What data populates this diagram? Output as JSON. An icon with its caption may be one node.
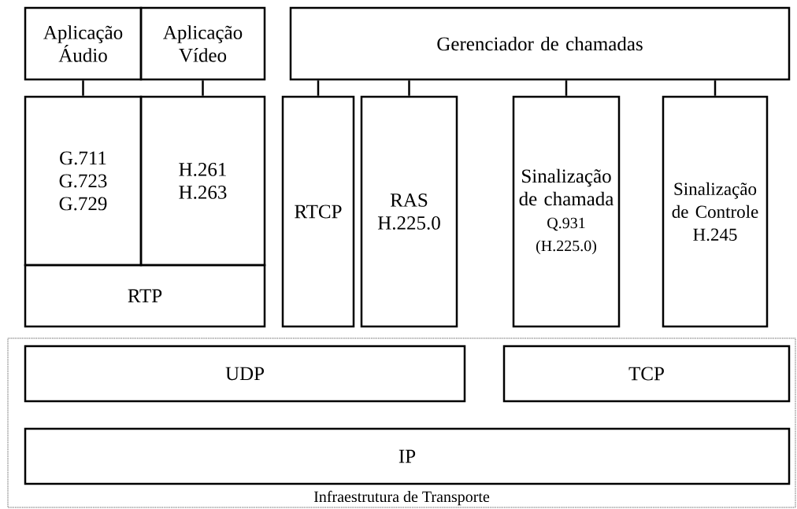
{
  "diagram": {
    "nodes": [
      {
        "text": [
          "Aplicação Áudio"
        ]
      },
      {
        "text": [
          "Aplicação Vídeo"
        ]
      },
      {
        "text": [
          "Gerenciador de chamadas"
        ]
      },
      {
        "text": [
          "G.711 G.723 G.729"
        ]
      },
      {
        "text": [
          "H.261 H.263"
        ]
      },
      {
        "text": [
          "RTP"
        ]
      },
      {
        "text": [
          "RTCP"
        ]
      },
      {
        "text": [
          "RAS H.225.0"
        ]
      },
      {
        "text": [
          "Sinalização de chamada",
          "Q.931 (H.225.0)"
        ]
      },
      {
        "text": [
          "Sinalização de Controle",
          "H.245"
        ]
      },
      {
        "text": [
          "Infraestrutura de Transporte"
        ]
      },
      {
        "text": [
          "UDP"
        ],
        "in": 10
      },
      {
        "text": [
          "TCP"
        ],
        "in": 10
      },
      {
        "text": [
          "IP"
        ],
        "in": 10
      }
    ],
    "edges": [
      {
        "from": 0,
        "to": 3,
        "arrow": "none"
      },
      {
        "from": 1,
        "to": 4,
        "arrow": "none"
      },
      {
        "from": 2,
        "to": 6,
        "arrow": "none"
      },
      {
        "from": 2,
        "to": 7,
        "arrow": "none"
      },
      {
        "from": 2,
        "to": 8,
        "arrow": "none"
      },
      {
        "from": 2,
        "to": 9,
        "arrow": "none"
      }
    ]
  }
}
